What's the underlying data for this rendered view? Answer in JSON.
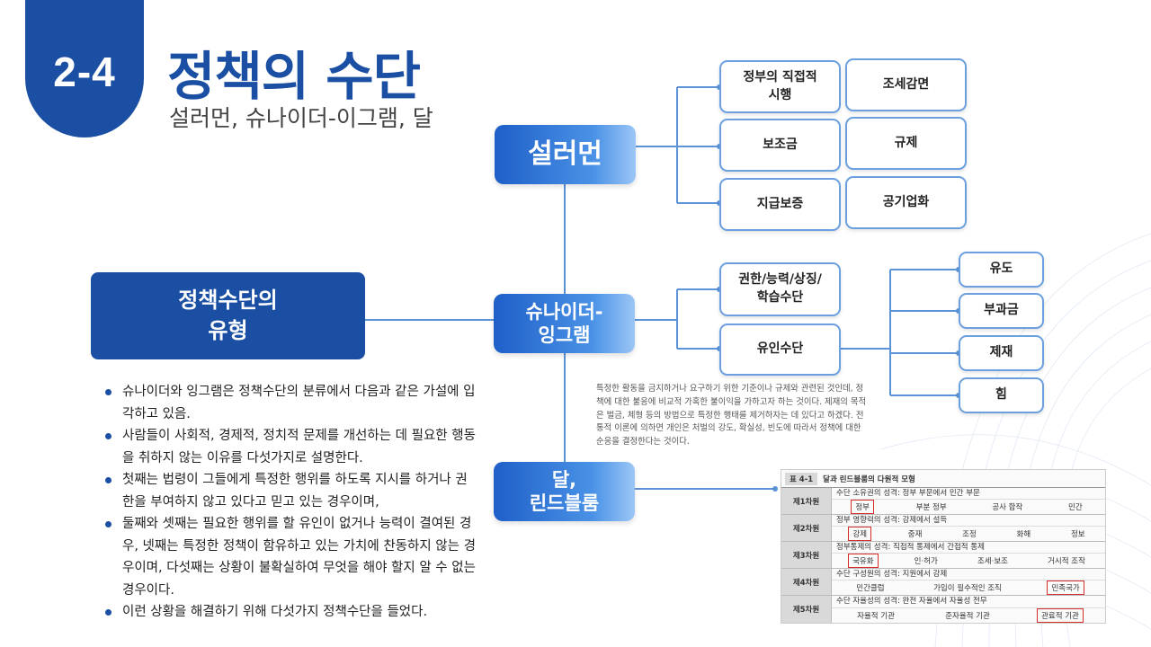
{
  "header": {
    "section_number": "2-4",
    "title": "정책의 수단",
    "subtitle": "설러먼, 슈나이더-이그램, 달"
  },
  "main_box": {
    "label": "정책수단의\n유형"
  },
  "hubs": [
    {
      "label": "설러먼"
    },
    {
      "label": "슈나이더-\n잉그램"
    },
    {
      "label": "달,\n린드블룸"
    }
  ],
  "salamon_items": [
    "정부의 직접적\n시행",
    "조세감면",
    "보조금",
    "규제",
    "지급보증",
    "공기업화"
  ],
  "schneider_items": [
    "권한/능력/상징/\n학습수단",
    "유인수단"
  ],
  "incentive_items": [
    "유도",
    "부과금",
    "제재",
    "힘"
  ],
  "note_text": "특정한 활동을 금지하거나 요구하기 위한 기준이나 규제와 관련된 것인데, 정책에 대한 불응에 비교적 가혹한 불이익을 가하고자 하는 것이다. 제재의 목적은 벌금, 체형 등의 방법으로 특정한 행태를 제거하자는 데 있다고 하겠다. 전통적 이론에 의하면 개인은 처벌의 강도, 확실성, 빈도에 따라서 정책에 대한 순응을 결정한다는 것이다.",
  "bullets": [
    "슈나이더와 잉그램은 정책수단의 분류에서 다음과 같은 가설에 입각하고 있음.",
    "사람들이 사회적, 경제적, 정치적 문제를 개선하는 데 필요한 행동을 취하지 않는 이유를 다섯가지로 설명한다.",
    "첫째는 법령이 그들에게 특정한 행위를 하도록 지시를 하거나 권한을 부여하지 않고 있다고 믿고 있는 경우이며,",
    "둘째와 셋째는 필요한 행위를 할 유인이 없거나 능력이 결여된 경우, 넷째는 특정한 정책이 함유하고 있는 가치에 찬동하지 않는 경우이며, 다섯째는 상황이 불확실하여 무엇을 해야 할지 알 수 없는 경우이다.",
    "이런 상황을 해결하기 위해 다섯가지 정책수단을 들었다."
  ],
  "table": {
    "tag": "표 4-1",
    "title": "달과 린드블룸의 다원적 모형",
    "rows": [
      {
        "label": "제1차원",
        "desc": "수단 소유권의 성격: 정부 부문에서 민간 부문",
        "cells": [
          "정부",
          "부분 정부",
          "공사 합작",
          "민간"
        ]
      },
      {
        "label": "제2차원",
        "desc": "정부 영향력의 성격: 강제에서 설득",
        "cells": [
          "강제",
          "중재",
          "조정",
          "화해",
          "정보"
        ]
      },
      {
        "label": "제3차원",
        "desc": "정부통제의 성격: 직접적 통제에서 간접적 통제",
        "cells": [
          "국유화",
          "인·허가",
          "조세·보조",
          "거시적 조작"
        ]
      },
      {
        "label": "제4차원",
        "desc": "수단 구성원의 성격: 지원에서 강제",
        "cells": [
          "민간클럽",
          "가입이 필수적인 조직",
          "민족국가"
        ]
      },
      {
        "label": "제5차원",
        "desc": "수단 자율성의 성격: 완전 자율에서 자율성 전무",
        "cells": [
          "자율적 기관",
          "준자율적 기관",
          "관료적 기관"
        ]
      }
    ]
  },
  "colors": {
    "primary": "#1b4fa3",
    "accent": "#4a92e6",
    "box_border": "#6a9fe0",
    "highlight": "#d62d2d"
  }
}
